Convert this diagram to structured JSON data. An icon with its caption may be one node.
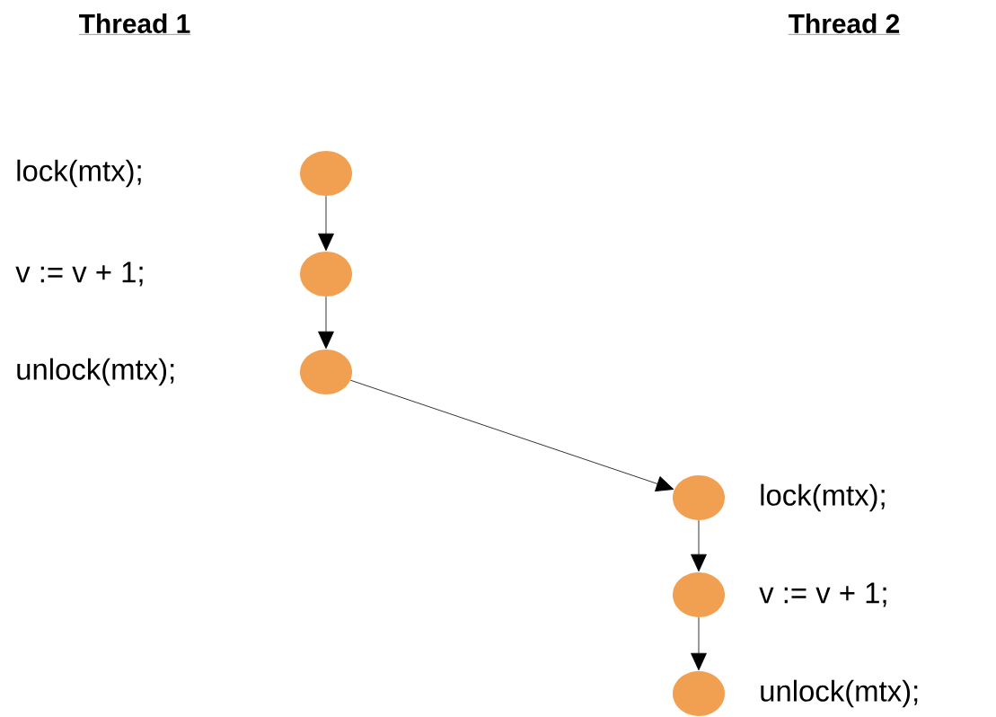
{
  "diagram": {
    "nodes": [
      {
        "text": [],
        "shape": "circle"
      },
      {
        "text": [],
        "shape": "circle"
      },
      {
        "text": [],
        "shape": "circle"
      },
      {
        "text": [],
        "shape": "circle",
        "beside": [
          "lock(mtx);"
        ]
      },
      {
        "text": [],
        "shape": "circle",
        "beside": [
          "v := v + 1;"
        ]
      },
      {
        "text": [],
        "shape": "circle",
        "beside": [
          "unlock(mtx);"
        ]
      }
    ],
    "edges": [
      {
        "from": 0,
        "to": 1,
        "arrow": "to"
      },
      {
        "from": 1,
        "to": 2,
        "arrow": "to"
      },
      {
        "from": 2,
        "to": 3,
        "arrow": "to"
      },
      {
        "from": 3,
        "to": 4,
        "arrow": "to"
      },
      {
        "from": 4,
        "to": 5,
        "arrow": "to"
      }
    ],
    "labels": [
      "Thread 1",
      "Thread 2",
      "lock(mtx);",
      "v := v + 1;",
      "unlock(mtx);"
    ]
  }
}
